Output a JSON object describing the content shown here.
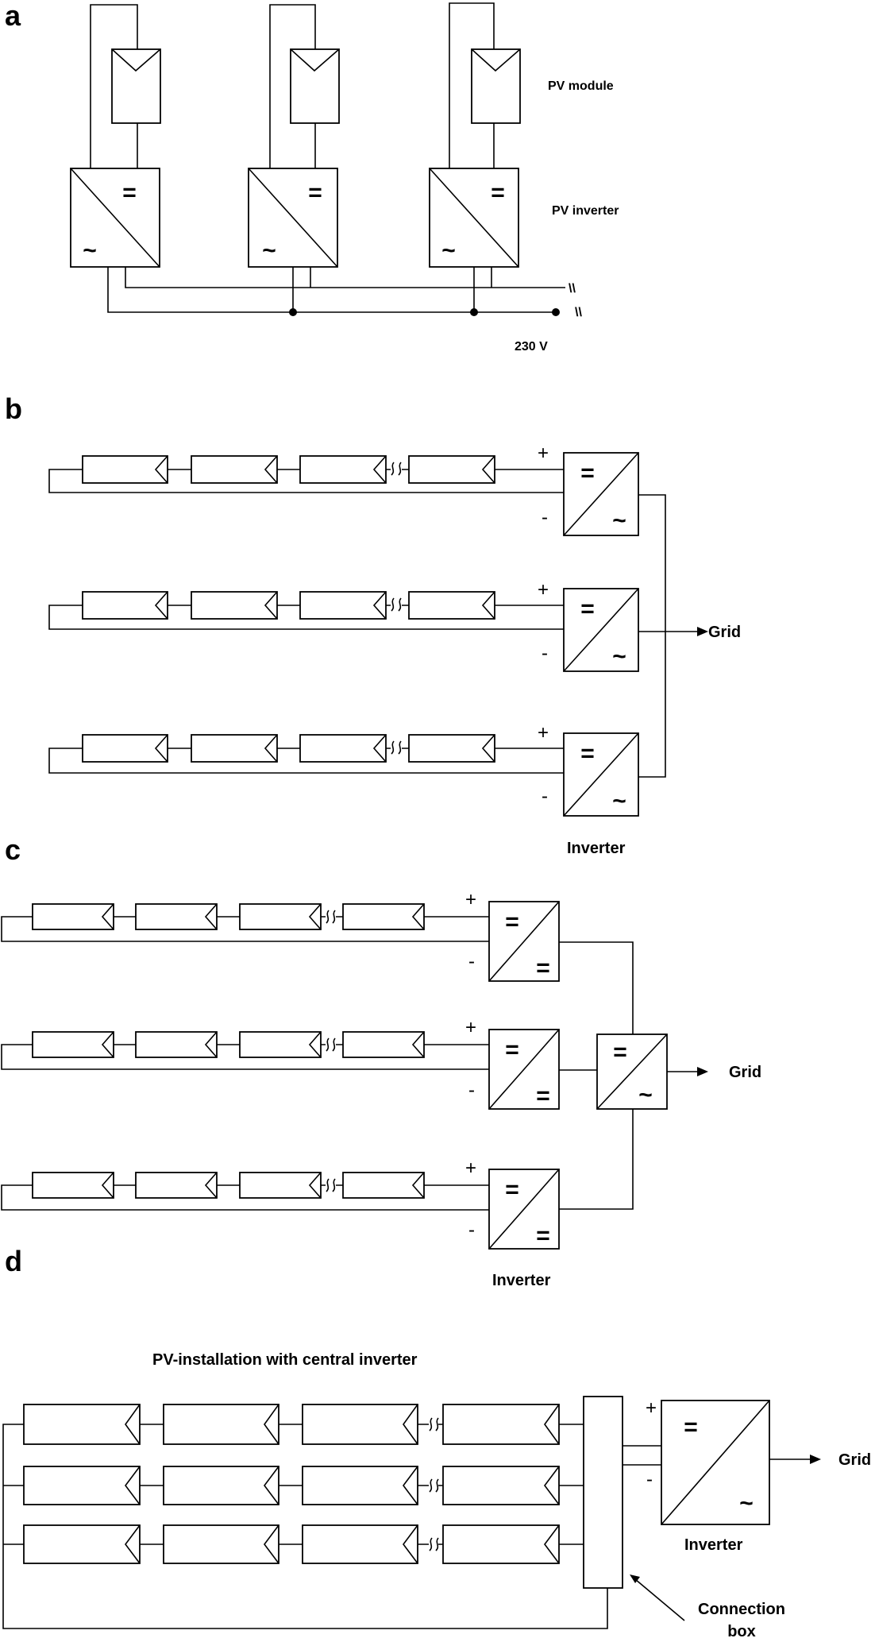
{
  "panels": {
    "a": {
      "letter": "a",
      "pv_module_label": "PV module",
      "pv_inverter_label": "PV inverter",
      "voltage_label": "230 V",
      "dc_symbol": "=",
      "ac_symbol": "~",
      "break_symbol": "\\\\"
    },
    "b": {
      "letter": "b",
      "plus": "+",
      "minus": "-",
      "dc_symbol": "=",
      "ac_symbol": "~",
      "grid_label": "Grid",
      "inverter_label": "Inverter"
    },
    "c": {
      "letter": "c",
      "plus": "+",
      "minus": "-",
      "dc_symbol": "=",
      "ac_symbol": "~",
      "grid_label": "Grid",
      "inverter_label": "Inverter"
    },
    "d": {
      "letter": "d",
      "title": "PV-installation with central inverter",
      "plus": "+",
      "minus": "-",
      "dc_symbol": "=",
      "ac_symbol": "~",
      "grid_label": "Grid",
      "inverter_label": "Inverter",
      "connection_box_label_line1": "Connection",
      "connection_box_label_line2": "box"
    }
  }
}
